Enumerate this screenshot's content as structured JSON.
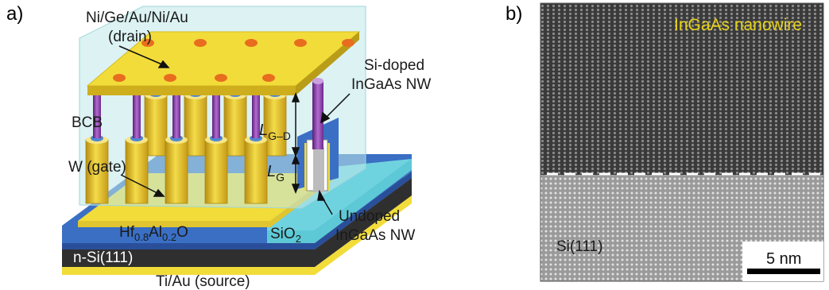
{
  "panels": {
    "a": "a)",
    "b": "b)"
  },
  "labels": {
    "drain_line1": "Ni/Ge/Au/Ni/Au",
    "drain_line2": "(drain)",
    "sidoped_line1": "Si-doped",
    "sidoped_line2": "InGaAs NW",
    "bcb": "BCB",
    "lgd_main": "L",
    "lgd_sub": "G–D",
    "lg_main": "L",
    "lg_sub": "G",
    "gate": "W (gate)",
    "hfalo_a": "Hf",
    "hfalo_b": "0.8",
    "hfalo_c": "Al",
    "hfalo_d": "0.2",
    "hfalo_e": "O",
    "sio2_a": "SiO",
    "sio2_b": "2",
    "undoped_line1": "Undoped",
    "undoped_line2": "InGaAs NW",
    "nsi": "n-Si(111)",
    "source": "Ti/Au (source)"
  },
  "tem": {
    "nanowire_label": "InGaAs nanowire",
    "substrate_label": "Si(111)",
    "scale_label": "5 nm"
  },
  "colors": {
    "yellow": "#f2dc3a",
    "purple": "#8d43a9",
    "blue": "#3a6fc4",
    "cyan": "#5ec9d6",
    "orange": "#e86d1f",
    "tem_label": "#e6d21a"
  }
}
